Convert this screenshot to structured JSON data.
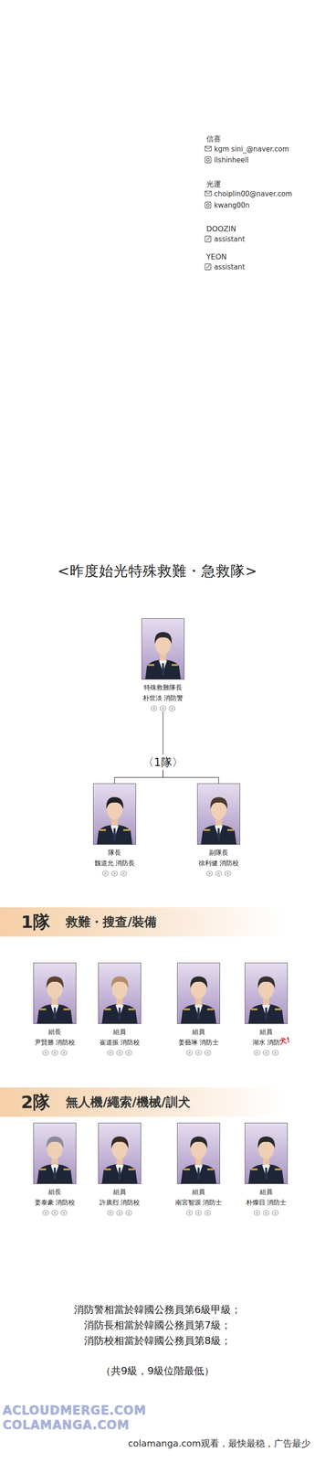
{
  "diagram": {
    "title": "<昨度始光特殊救難・急救隊>",
    "nodes": [
      {
        "text": [
          "特殊救難隊長",
          "朴世淡 消防警"
        ]
      },
      {
        "text": [
          "〈1隊〉"
        ]
      },
      {
        "text": [
          "隊長",
          "魏道允 消防長"
        ]
      },
      {
        "text": [
          "副隊長",
          "徐利健 消防校"
        ]
      },
      {
        "text": [
          "1隊",
          "救難・搜查/裝備"
        ]
      },
      {
        "text": [
          "組長",
          "尹賢勝 消防校"
        ]
      },
      {
        "text": [
          "組員",
          "崔道振 消防校"
        ]
      },
      {
        "text": [
          "組員",
          "姜藝琳 消防士"
        ]
      },
      {
        "text": [
          "組員",
          "湖水 消防"
        ]
      },
      {
        "text": [
          "2隊",
          "無人機/繩索/機械/訓犬"
        ]
      },
      {
        "text": [
          "組長",
          "姜泰豪 消防校"
        ]
      },
      {
        "text": [
          "組員",
          "許廣烈 消防校"
        ]
      },
      {
        "text": [
          "組員",
          "南宮智源 消防士"
        ]
      },
      {
        "text": [
          "組員",
          "朴燦日 消防士"
        ]
      }
    ],
    "edges": [
      {
        "from": 0,
        "to": 1,
        "arrow": "none"
      },
      {
        "from": 1,
        "to": 2,
        "arrow": "none"
      },
      {
        "from": 1,
        "to": 3,
        "arrow": "none"
      }
    ],
    "labels": [
      "信喜",
      "kgm sini_@naver.com",
      "llshinheell",
      "光運",
      "choiplin00@naver.com",
      "kwang00n",
      "DOOZIN",
      "assistant",
      "YEON",
      "assistant",
      "犬!",
      "消防警相當於韓國公務員第6級甲級；",
      "消防長相當於韓國公務員第7級；",
      "消防校相當於韓國公務員第8級；",
      "（共9級，9級位階最低）",
      "ACLOUDMERGE.COM",
      "COLAMANGA.COM",
      "colamanga.com观看，最快最稳，广告最少"
    ]
  }
}
